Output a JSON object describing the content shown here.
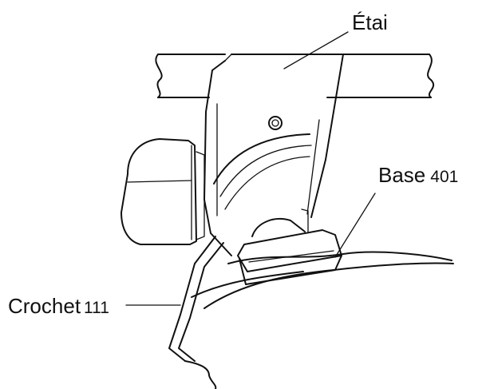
{
  "labels": {
    "etai": "Étai",
    "base_word": "Base",
    "base_number": "401",
    "crochet_word": "Crochet",
    "crochet_number": "111"
  }
}
